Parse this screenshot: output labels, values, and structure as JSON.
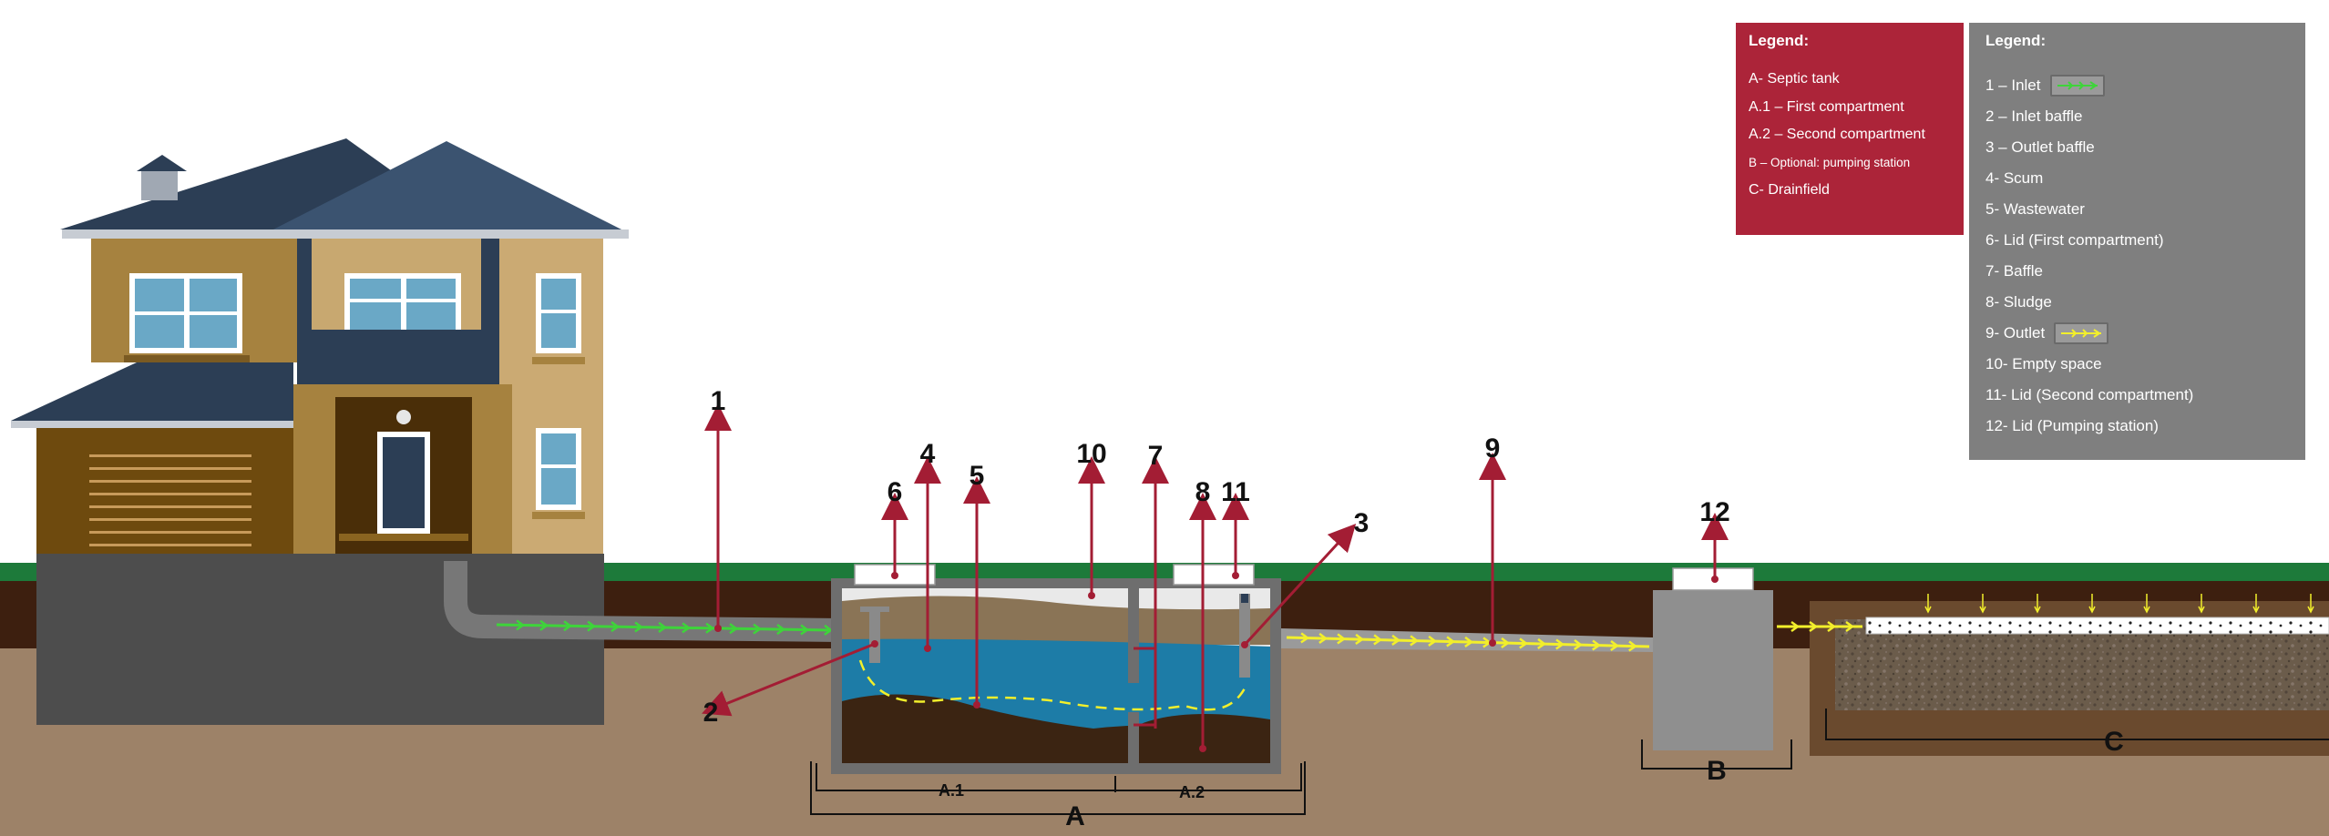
{
  "labels": {
    "n1": "1",
    "n2": "2",
    "n3": "3",
    "n4": "4",
    "n5": "5",
    "n6": "6",
    "n7": "7",
    "n8": "8",
    "n9": "9",
    "n10": "10",
    "n11": "11",
    "n12": "12",
    "a": "A",
    "a1": "A.1",
    "a2": "A.2",
    "b": "B",
    "c": "C"
  },
  "legend_components": {
    "title": "Legend:",
    "items": [
      "A- Septic tank",
      "A.1 – First compartment",
      "A.2 – Second compartment",
      "B – Optional: pumping station",
      "C- Drainfield"
    ]
  },
  "legend_parts": {
    "title": "Legend:",
    "items": [
      "1 – Inlet",
      "2 – Inlet baffle",
      "3 – Outlet baffle",
      "4- Scum",
      "5- Wastewater",
      "6- Lid (First compartment)",
      "7- Baffle",
      "8- Sludge",
      "9- Outlet",
      "10- Empty space",
      "11- Lid (Second compartment)",
      "12- Lid (Pumping station)"
    ]
  },
  "colors": {
    "soil": "#9d8268",
    "topsoil": "#3d1f0f",
    "grass": "#1d7a3a",
    "pointer": "#a31d34",
    "inlet_flow": "#3ed43a",
    "outlet_flow": "#f2ef2b",
    "water": "#1d7ca7",
    "sludge": "#3b2412",
    "scum": "#8a7456",
    "concrete": "#6e6e6e",
    "legend_red": "#ac2439",
    "legend_gray": "#7f7f7f"
  }
}
